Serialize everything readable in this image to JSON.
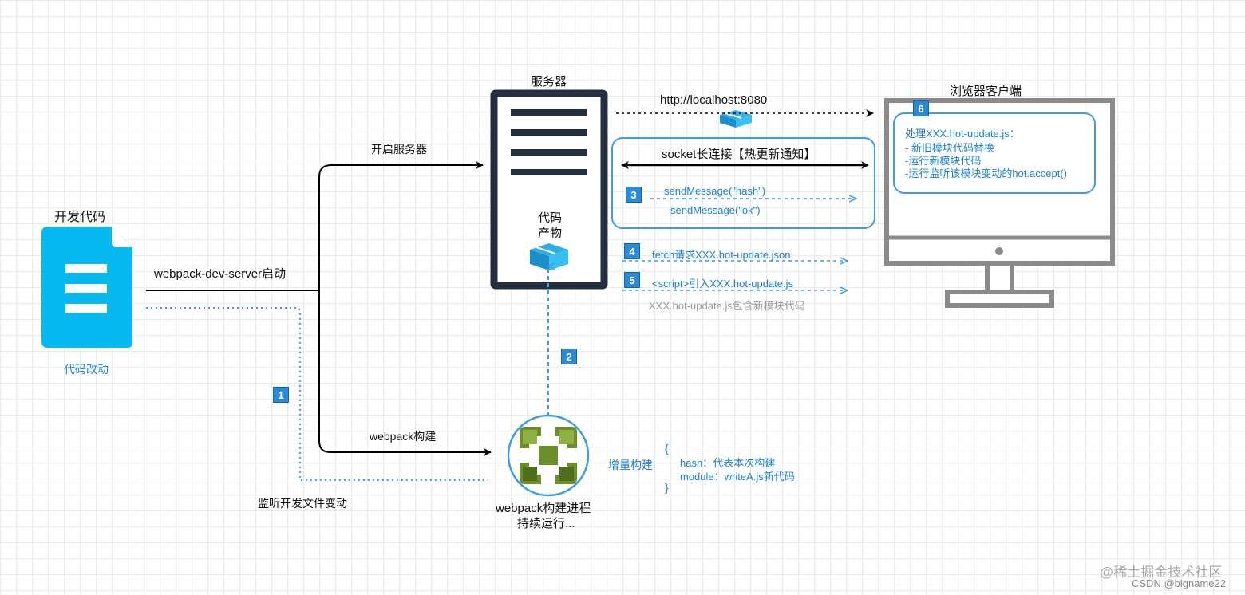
{
  "dev": {
    "title": "开发代码",
    "changed": "代码改动",
    "start_label": "webpack-dev-server启动",
    "watch_label": "监听开发文件变动"
  },
  "server": {
    "title": "服务器",
    "open_label": "开启服务器",
    "artifact": [
      "代码",
      "产物"
    ]
  },
  "build": {
    "webpack_label": "webpack构建",
    "process": [
      "webpack构建进程",
      "持续运行..."
    ],
    "incremental": "增量构建",
    "brace_open": "{",
    "hash_line": "hash：代表本次构建",
    "module_line": "module：writeA.js新代码",
    "brace_close": "}"
  },
  "connection": {
    "url": "http://localhost:8080",
    "socket": "socket长连接【热更新通知】",
    "msg_hash": "sendMessage(\"hash\")",
    "msg_ok": "sendMessage(\"ok\")",
    "fetch": "fetch请求XXX.hot-update.json",
    "script": "<script>引入XXX.hot-update.js",
    "script_note": "XXX.hot-update.js包含新模块代码"
  },
  "browser": {
    "title": "浏览器客户端",
    "lines": [
      "处理XXX.hot-update.js：",
      "- 新旧模块代码替换",
      "-运行新模块代码",
      "-运行监听该模块变动的hot.accept()"
    ]
  },
  "badges": [
    "1",
    "2",
    "3",
    "4",
    "5",
    "6"
  ],
  "watermark": [
    "@稀土掘金技术社区",
    "CSDN @bigname22"
  ],
  "colors": {
    "accent_blue": "#3d9be9",
    "text_blue": "#1b7fd1",
    "doc_cyan": "#08b9ef",
    "server_navy": "#232f3e",
    "monitor_gray": "#8a8a8a",
    "build_green": "#6a8f2a"
  },
  "icons": [
    "document-icon",
    "server-icon",
    "package-icon",
    "monitor-icon",
    "webpack-cube-icon"
  ]
}
